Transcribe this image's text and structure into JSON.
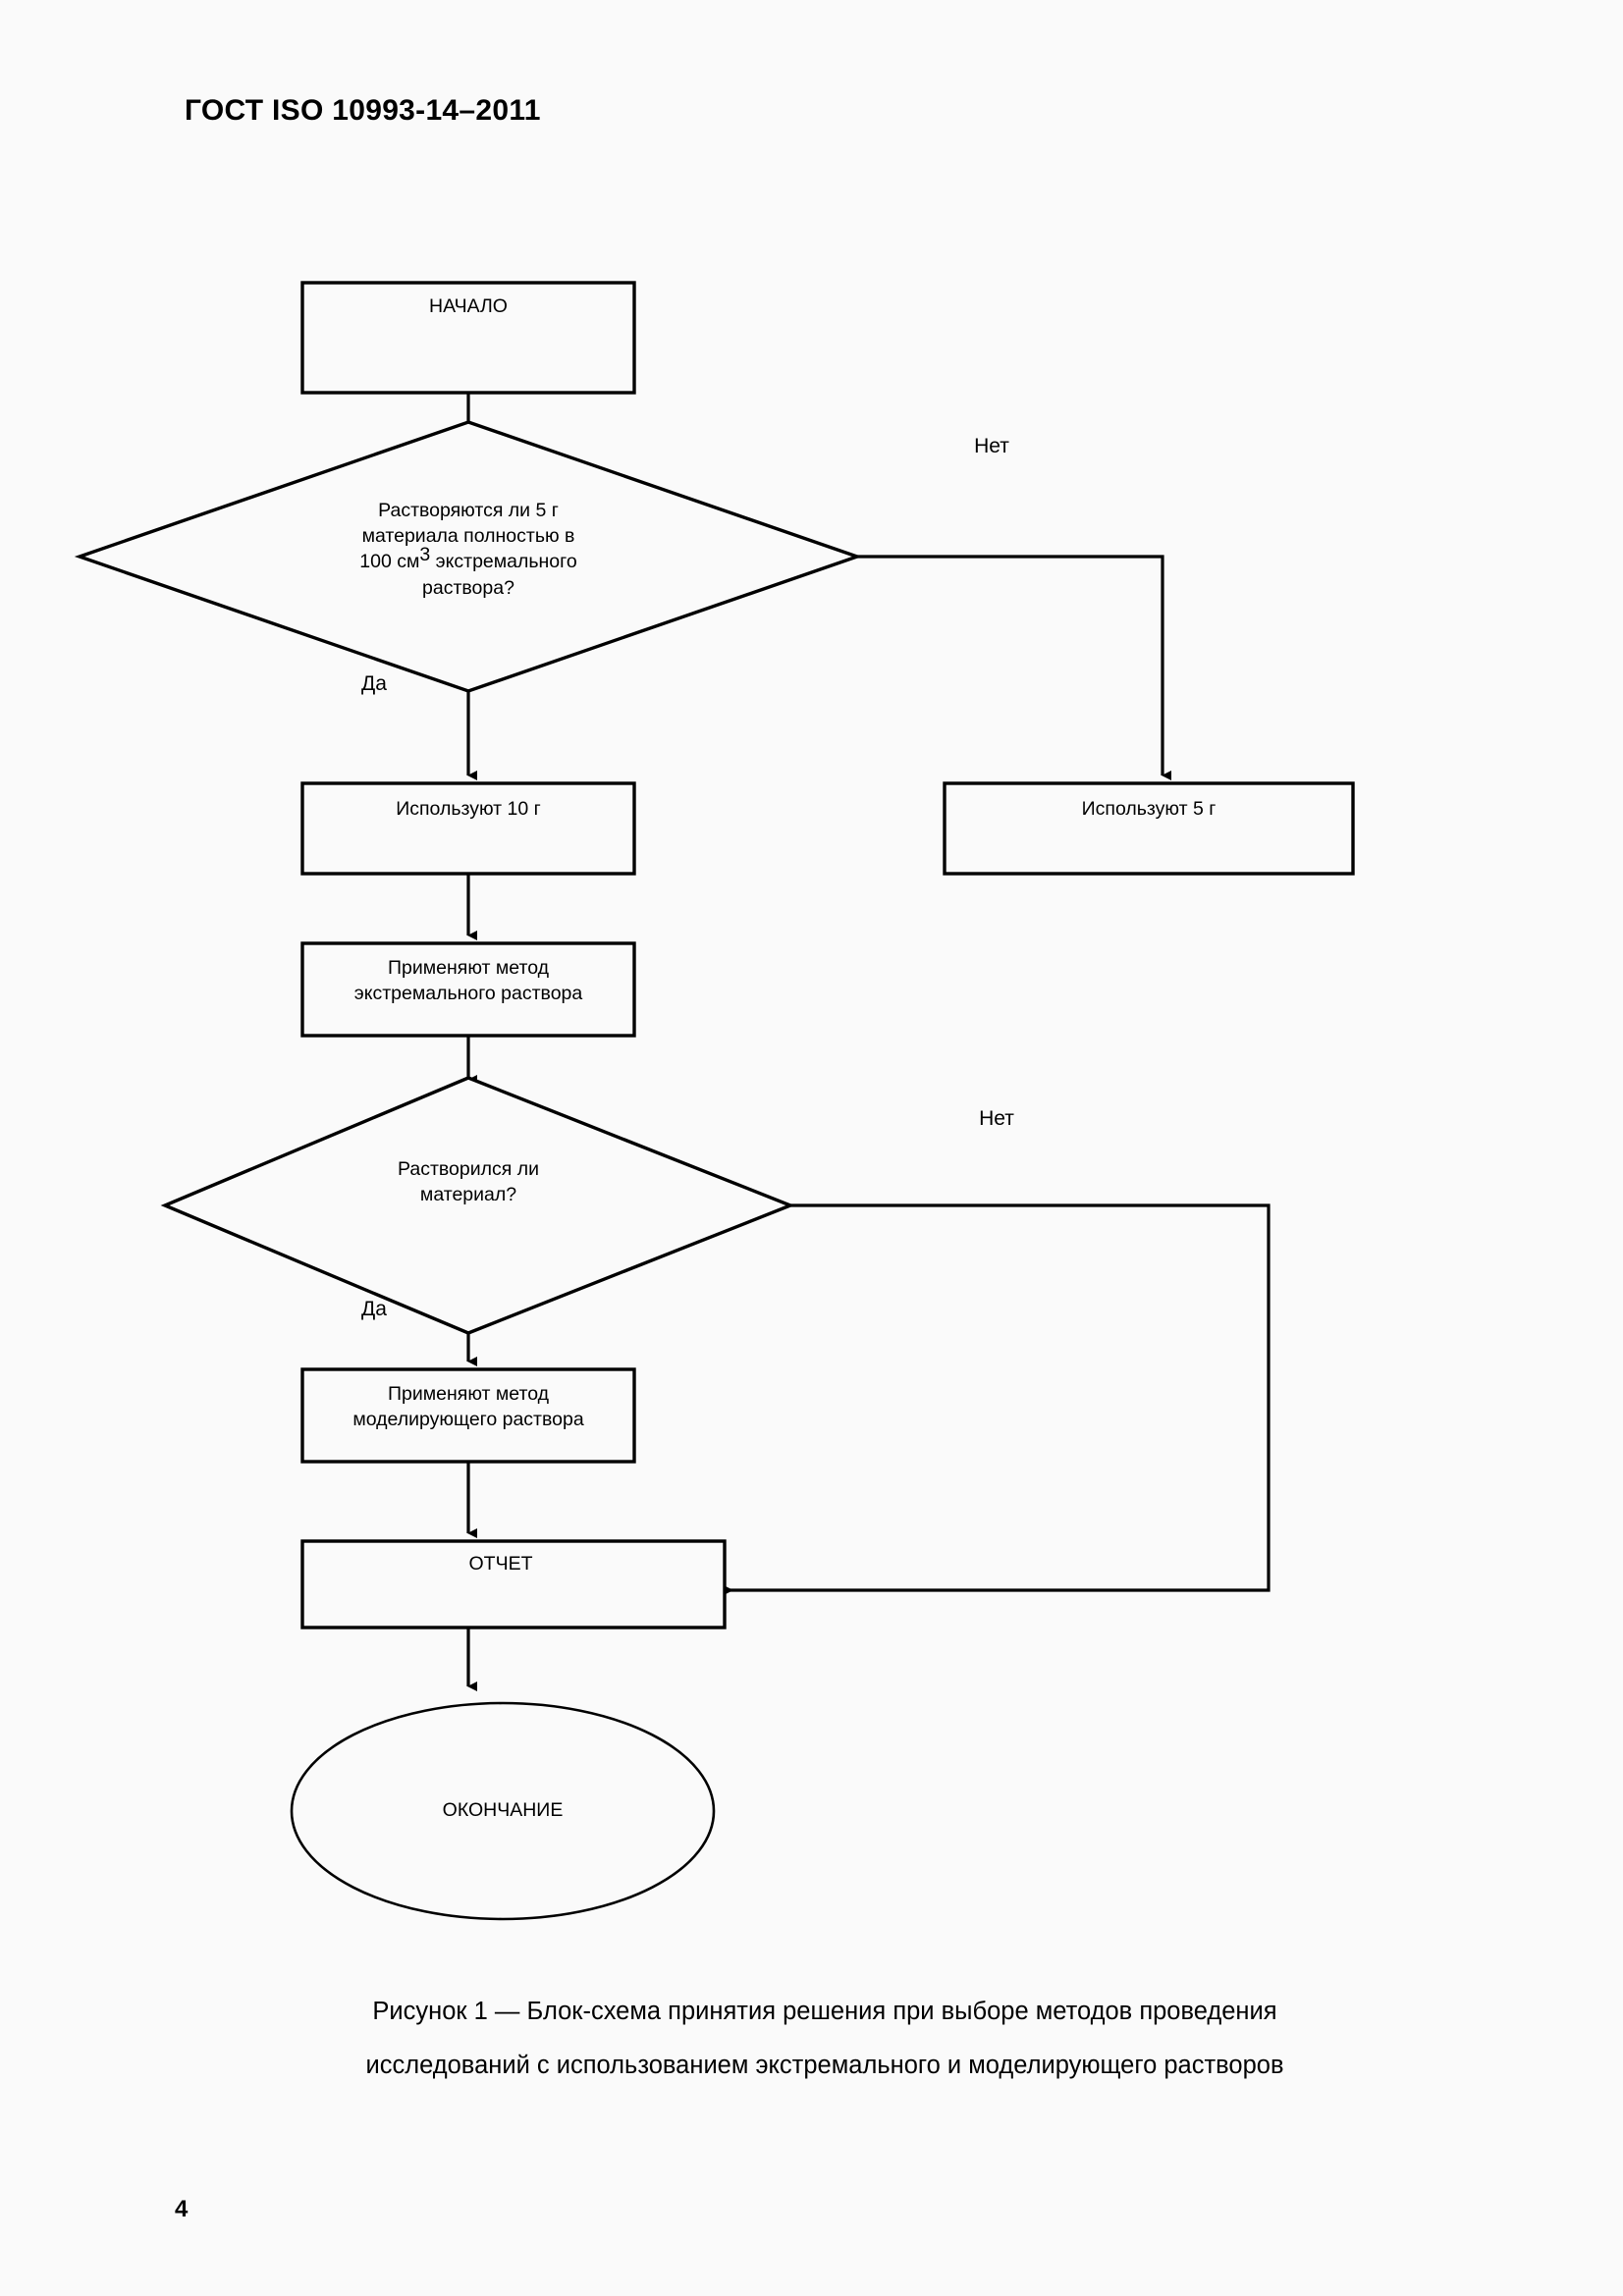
{
  "document": {
    "header": "ГОСТ ISO 10993-14–2011",
    "page_number": "4"
  },
  "figure": {
    "caption_line1": "Рисунок 1 — Блок-схема принятия решения при выборе методов проведения",
    "caption_line2": "исследований с использованием экстремального и моделирующего растворов",
    "nodes": {
      "start": "НАЧАЛО",
      "decision1_line1": "Растворяются ли 5 г",
      "decision1_line2": "материала полностью в",
      "decision1_line3a": "100 см",
      "decision1_line3sup": "3",
      "decision1_line3b": " экстремального",
      "decision1_line4": "раствора?",
      "use10": "Используют 10 г",
      "use5": "Используют 5 г",
      "extreme_method_line1": "Применяют метод",
      "extreme_method_line2": "экстремального раствора",
      "decision2_line1": "Растворился ли",
      "decision2_line2": "материал?",
      "model_method_line1": "Применяют метод",
      "model_method_line2": "моделирующего раствора",
      "report": "ОТЧЕТ",
      "end": "ОКОНЧАНИЕ"
    },
    "branch_labels": {
      "no1": "Нет",
      "yes1": "Да",
      "no2": "Нет",
      "yes2": "Да"
    },
    "colors": {
      "stroke": "#000000",
      "fill": "#fafafa",
      "page_background": "#fafafa"
    }
  }
}
